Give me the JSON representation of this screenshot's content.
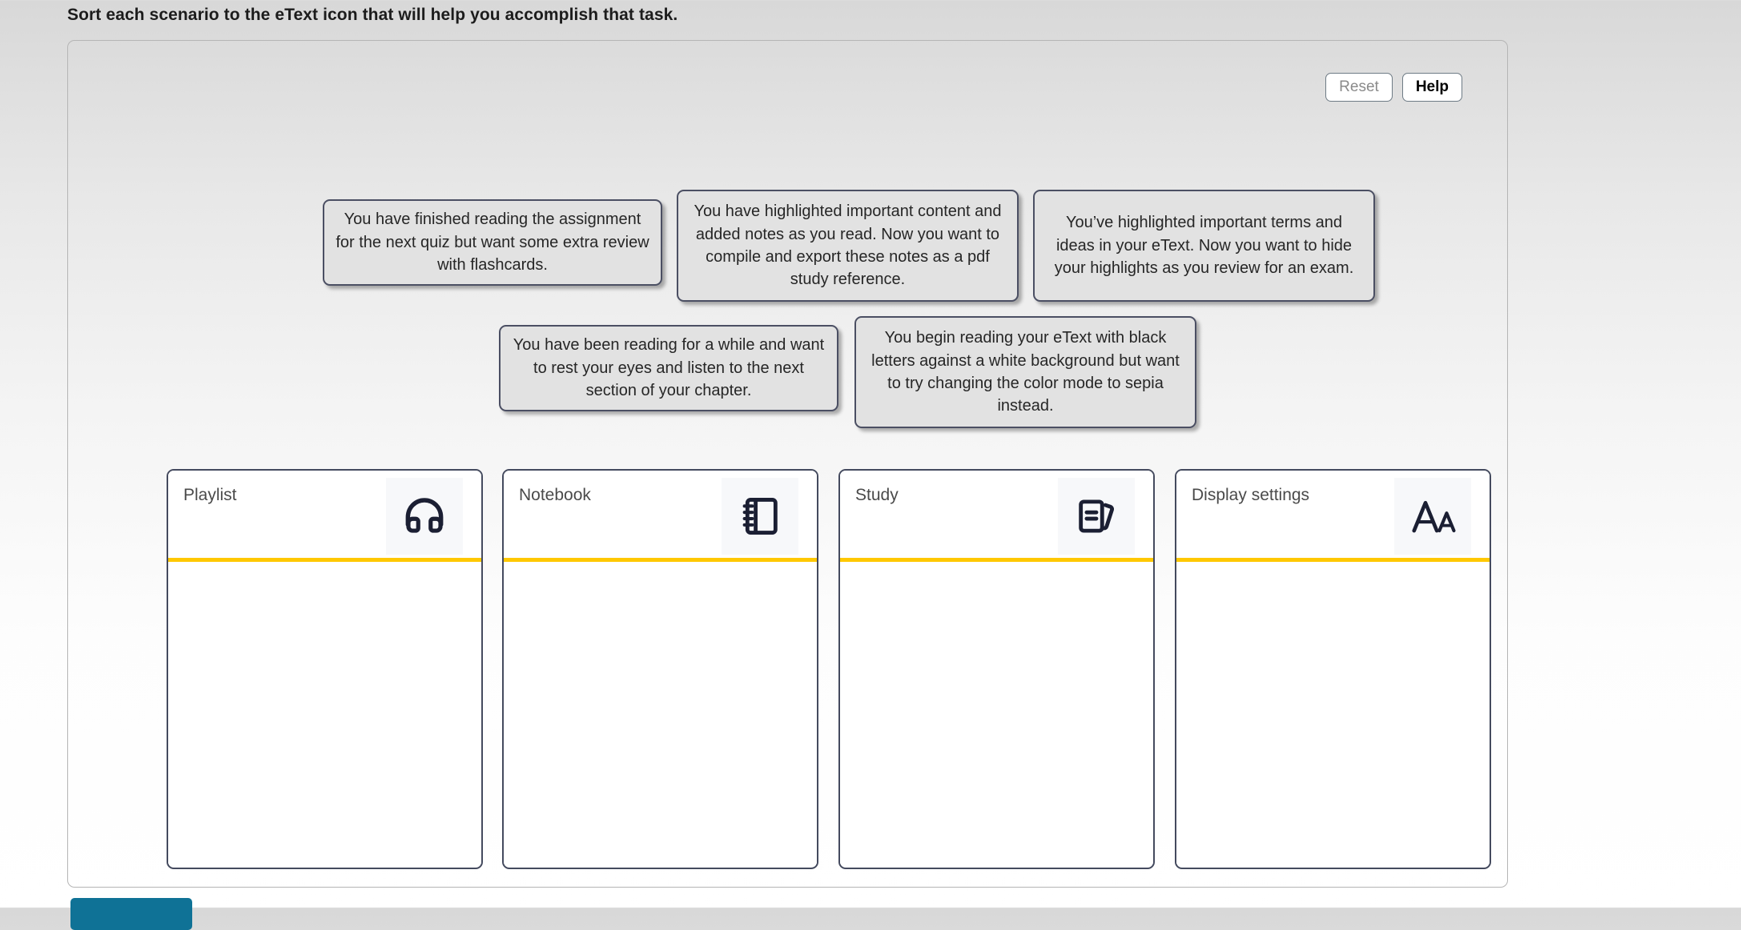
{
  "page": {
    "title": "Sort each scenario to the eText icon that will help you accomplish that task."
  },
  "toolbar": {
    "reset_label": "Reset",
    "help_label": "Help",
    "reset_disabled": true
  },
  "scenarios": [
    {
      "id": "sc0",
      "text": "You have finished reading the assignment for the next quiz but want some extra review with flashcards."
    },
    {
      "id": "sc1",
      "text": "You have highlighted important content and added notes as you read. Now you want to compile and export these notes as a pdf study reference."
    },
    {
      "id": "sc2",
      "text": "You’ve highlighted important terms and ideas in your eText. Now you want to hide your highlights as you review for an exam."
    },
    {
      "id": "sc3",
      "text": "You have been reading for a while and want to rest your eyes and listen to the next section of your chapter."
    },
    {
      "id": "sc4",
      "text": "You begin reading your eText with black letters against a white background but want to try changing the color mode to sepia instead."
    }
  ],
  "zones": [
    {
      "id": "z0",
      "label": "Playlist",
      "icon": "headphones-icon"
    },
    {
      "id": "z1",
      "label": "Notebook",
      "icon": "spiral-notebook-icon"
    },
    {
      "id": "z2",
      "label": "Study",
      "icon": "flashcards-icon"
    },
    {
      "id": "z3",
      "label": "Display settings",
      "icon": "font-size-aa-icon"
    }
  ],
  "colors": {
    "zone_accent": "#FFC800",
    "zone_border": "#444a5e",
    "card_fill": "#e2e2e2",
    "card_border": "#4b4f63",
    "bottom_button": "#0f7296"
  }
}
